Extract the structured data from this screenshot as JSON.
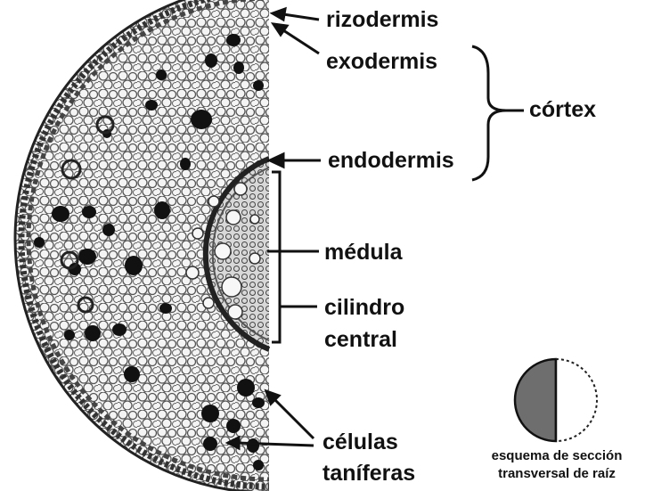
{
  "labels": {
    "rizodermis": "rizodermis",
    "exodermis": "exodermis",
    "cortex": "córtex",
    "endodermis": "endodermis",
    "medula": "médula",
    "cilindro_central_line1": "cilindro",
    "cilindro_central_line2": "central",
    "celulas_line1": "células",
    "celulas_line2": "taníferas"
  },
  "schema_caption": {
    "line1": "esquema de sección",
    "line2": "transversal de raíz"
  },
  "colors": {
    "ink": "#111111",
    "tissue": "#f2f2f2",
    "stele": "#8a8a8a",
    "schema_fill": "#707070"
  }
}
